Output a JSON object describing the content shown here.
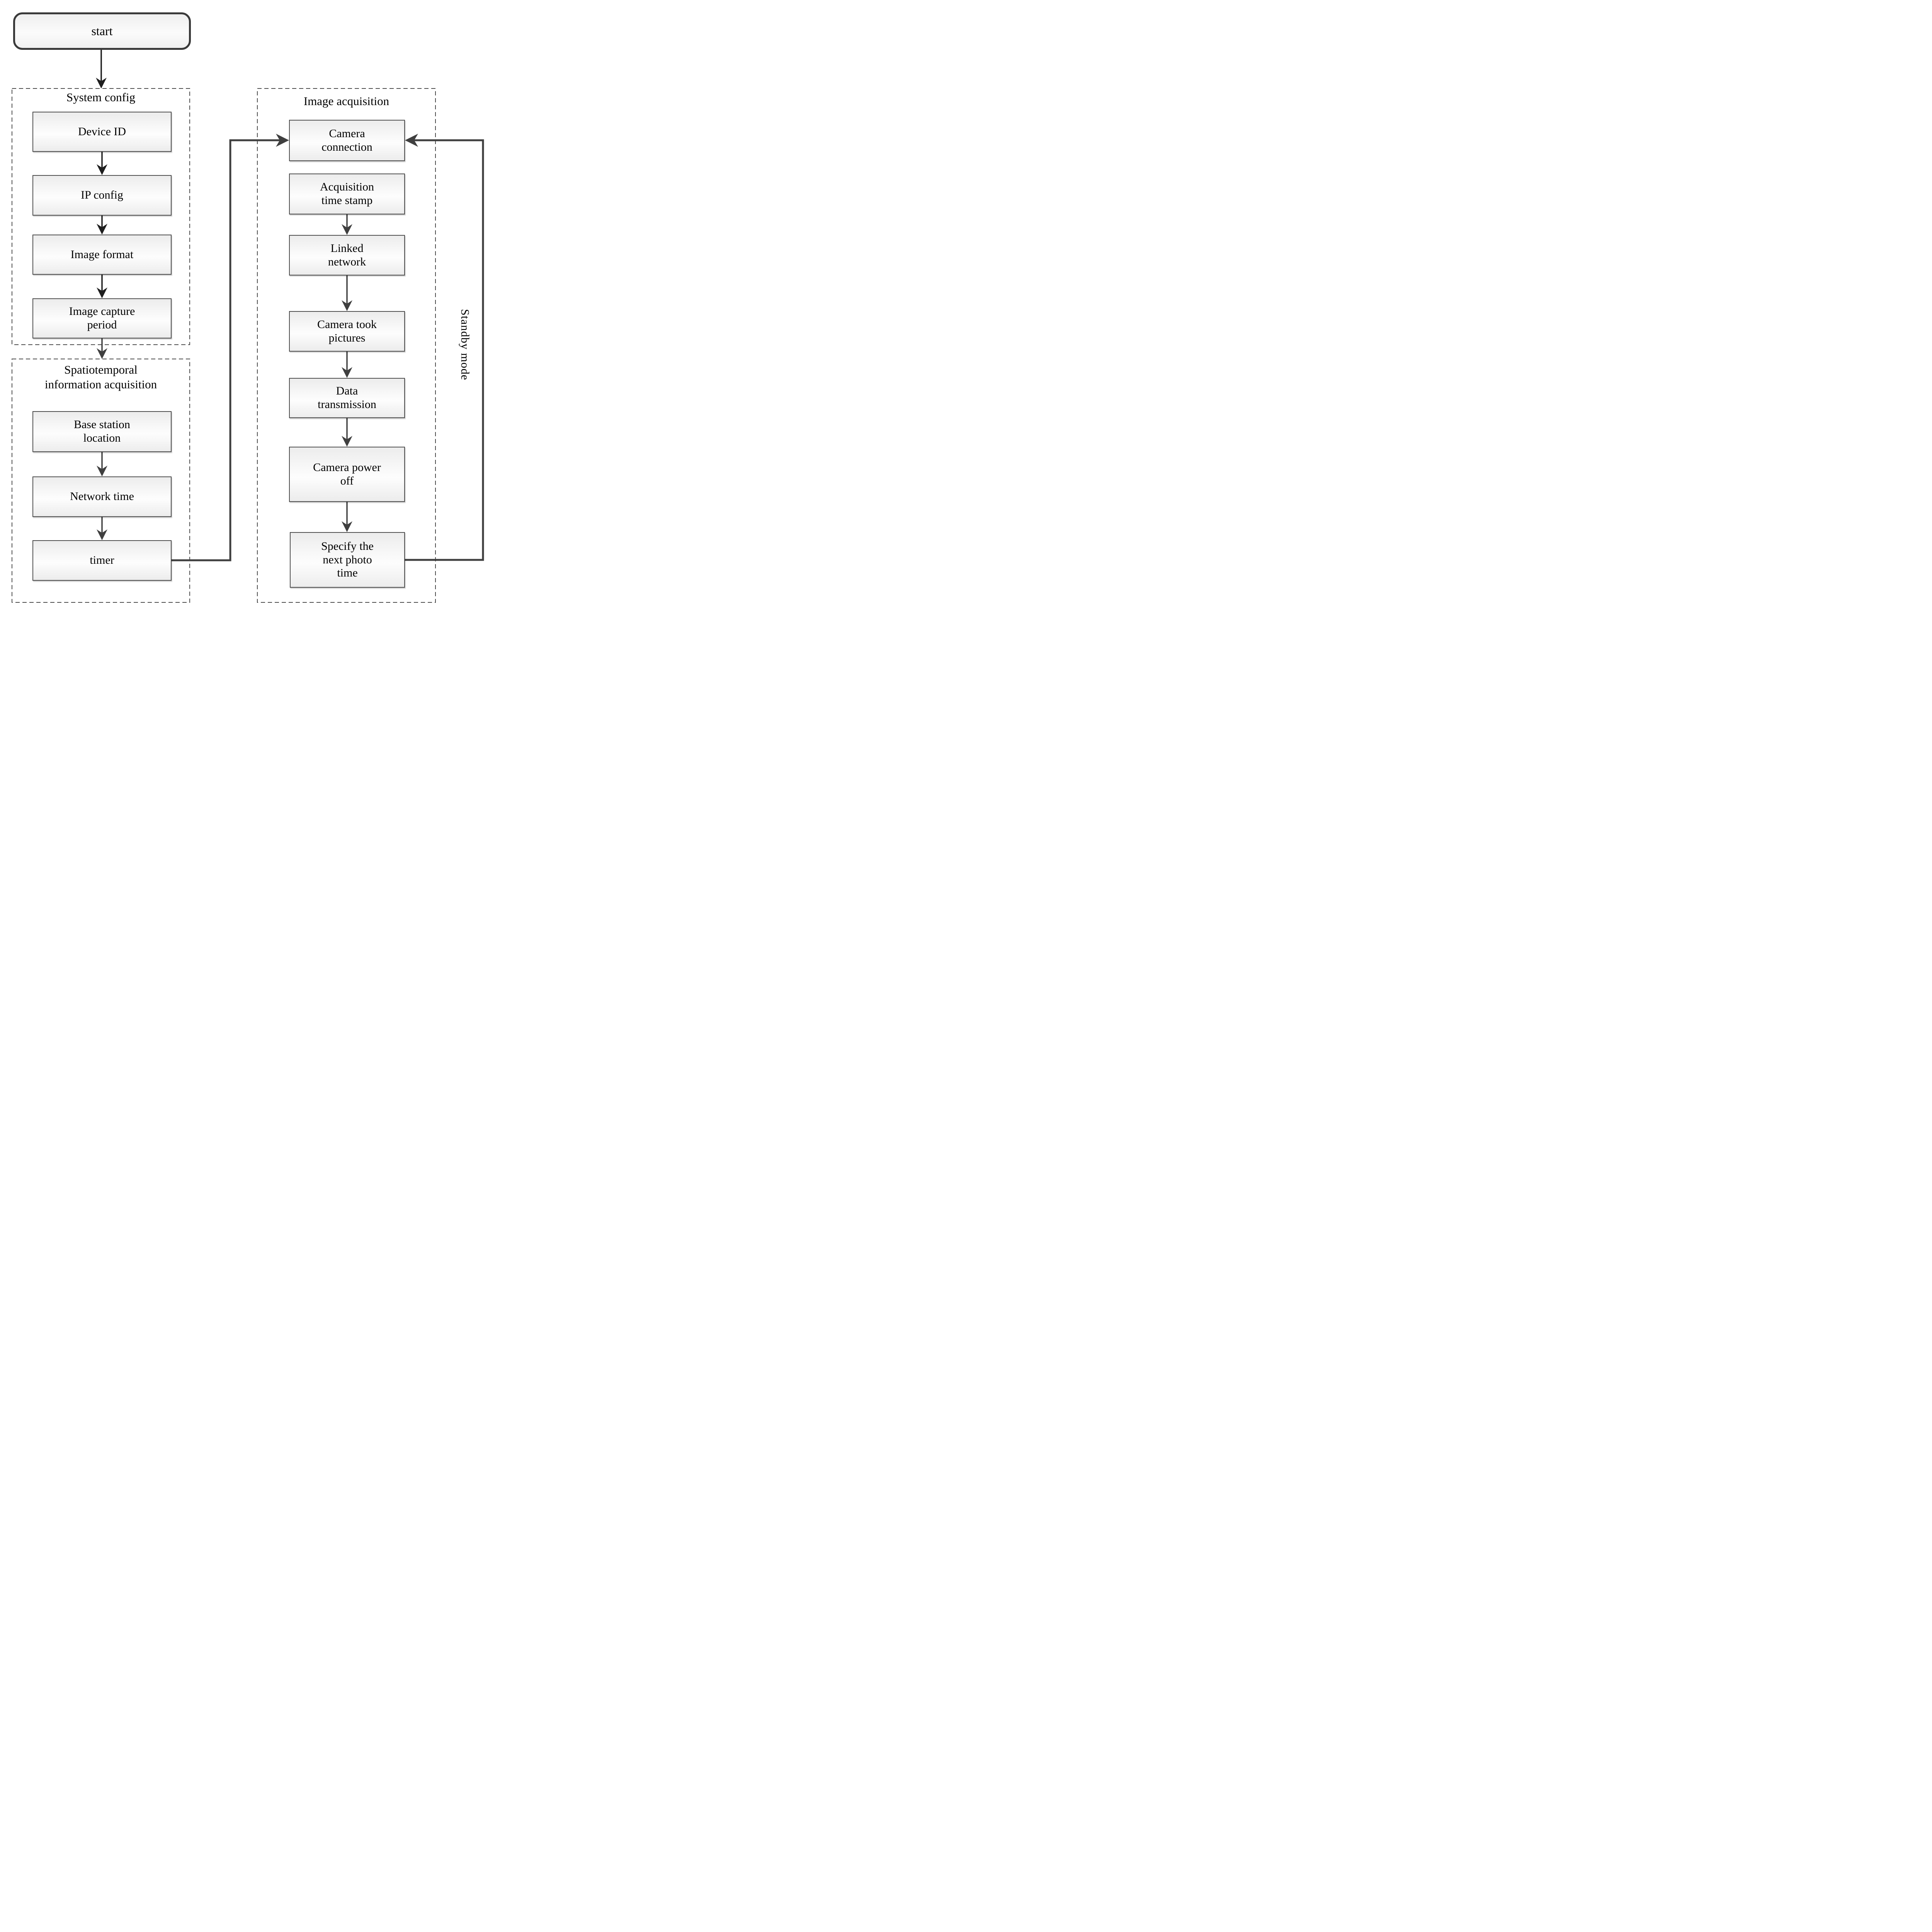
{
  "colors": {
    "box_border": "#4f4f4f",
    "box_fill_light": "#fdfdfd",
    "box_fill_gray": "#ececec",
    "start_border": "#3a3a3a",
    "dashed_border": "#4c4c4c",
    "connector": "#3f3f3f",
    "arrow_dark": "#1e1e1e",
    "text": "#000000"
  },
  "flowchart": {
    "start": {
      "label": "start"
    },
    "system_config": {
      "title": "System config",
      "steps": [
        {
          "label": "Device ID"
        },
        {
          "label": "IP config"
        },
        {
          "label": "Image format"
        },
        {
          "label": "Image capture\nperiod"
        }
      ]
    },
    "spatiotemporal": {
      "title": "Spatiotemporal\ninformation acquisition",
      "steps": [
        {
          "label": "Base station\nlocation"
        },
        {
          "label": "Network time"
        },
        {
          "label": "timer"
        }
      ]
    },
    "image_acquisition": {
      "title": "Image acquisition",
      "steps": [
        {
          "label": "Camera\nconnection"
        },
        {
          "label": "Acquisition\ntime stamp"
        },
        {
          "label": "Linked\nnetwork"
        },
        {
          "label": "Camera took\npictures"
        },
        {
          "label": "Data\ntransmission"
        },
        {
          "label": "Camera power\noff"
        },
        {
          "label": "Specify the\nnext photo\ntime"
        }
      ]
    },
    "standby": {
      "label": "Standby mode"
    }
  }
}
